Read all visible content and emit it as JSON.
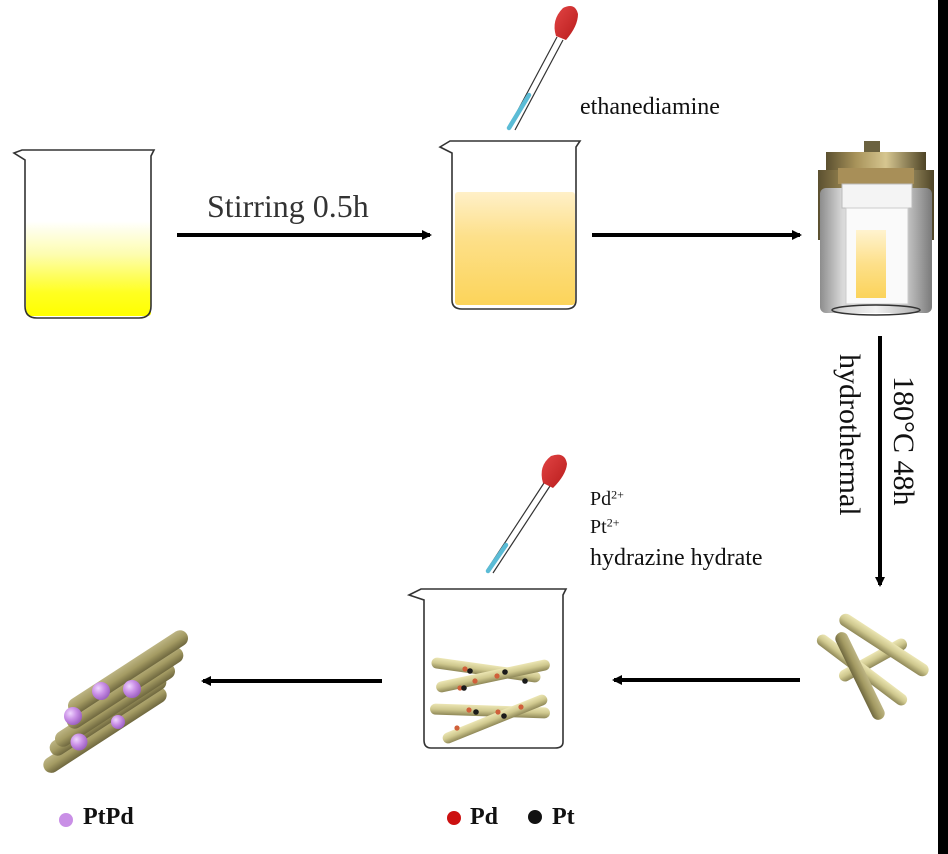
{
  "figure": {
    "title": "Synthesis scheme of PtPd nanoparticles on nanorods",
    "steps": {
      "step1_arrow_label": "Stirring 0.5h",
      "step2_reagent": "ethanediamine",
      "step3_arrow_label_line1": "180°C 48h",
      "step3_arrow_label_line2": "hydrothermal",
      "step4_reagents": {
        "pd_ion": "Pd",
        "pd_charge": "2+",
        "pt_ion": "Pt",
        "pt_charge": "2+",
        "reducer": "hydrazine hydrate"
      }
    },
    "legend": {
      "ptpd": {
        "label": "PtPd",
        "color": "#c98fe6"
      },
      "pd": {
        "label": "Pd",
        "color": "#cc1111"
      },
      "pt": {
        "label": "Pt",
        "color": "#111111"
      }
    },
    "colors": {
      "solution_yellow": "#ffff00",
      "solution_orange": "#fcd45a",
      "rod": "#cfc88e",
      "dropper_bulb": "#d32a2a",
      "dropper_tip": "#5bbcd6"
    }
  }
}
